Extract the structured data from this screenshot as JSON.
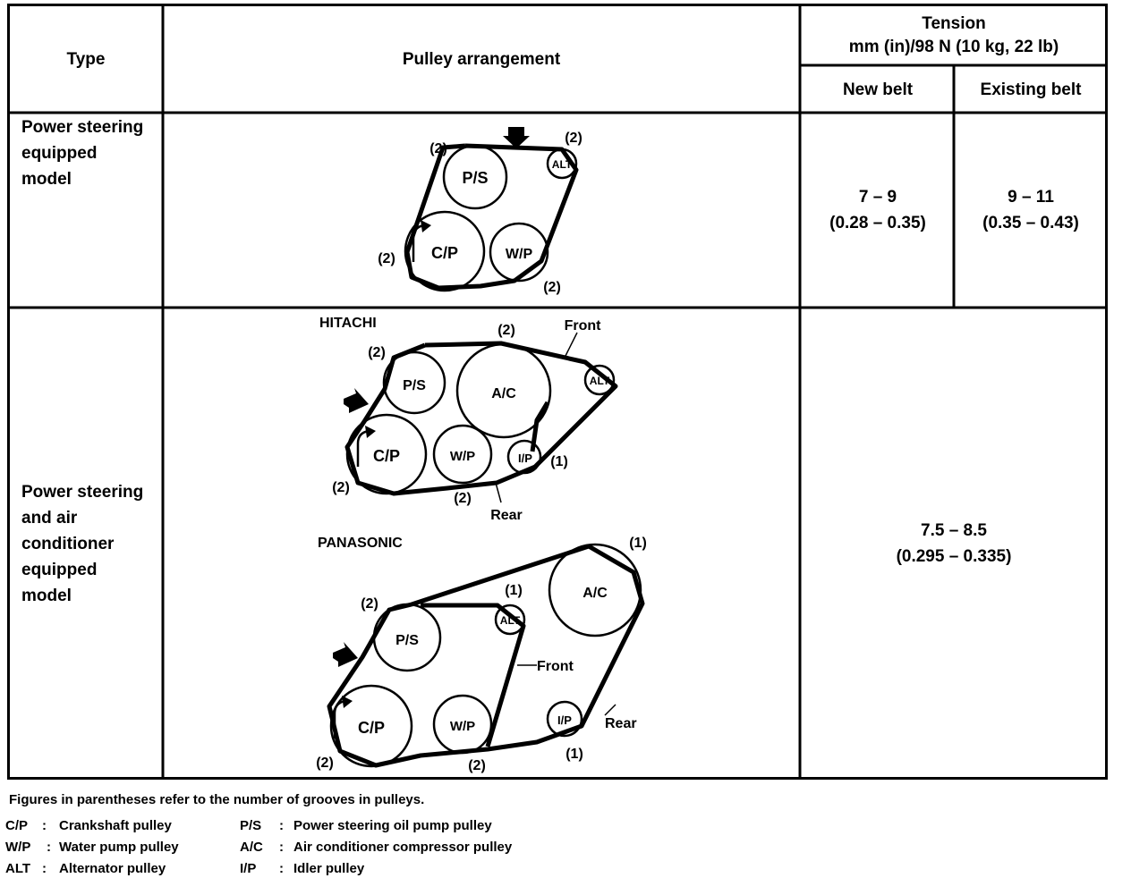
{
  "header": {
    "type": "Type",
    "pulley_arrangement": "Pulley arrangement",
    "tension_line1": "Tension",
    "tension_line2": "mm (in)/98 N (10 kg, 22 lb)",
    "new_belt": "New belt",
    "existing_belt": "Existing belt"
  },
  "rows": [
    {
      "type_lines": [
        "Power steering",
        "equipped",
        "model"
      ],
      "new_line1": "7 – 9",
      "new_line2": "(0.28 – 0.35)",
      "existing_line1": "9 – 11",
      "existing_line2": "(0.35 – 0.43)"
    },
    {
      "type_lines": [
        "Power steering",
        "and air",
        "conditioner",
        "equipped",
        "model"
      ],
      "tension_line1": "7.5 – 8.5",
      "tension_line2": "(0.295 – 0.335)"
    }
  ],
  "diagrams": {
    "ps_model": {
      "ps": "P/S",
      "cp": "C/P",
      "wp": "W/P",
      "alt": "ALT",
      "grooves_ps": "(2)",
      "grooves_alt": "(2)",
      "grooves_cp": "(2)",
      "grooves_wp": "(2)"
    },
    "hitachi": {
      "title": "HITACHI",
      "ps": "P/S",
      "ac": "A/C",
      "alt": "ALT",
      "cp": "C/P",
      "wp": "W/P",
      "ip": "I/P",
      "grooves_ps": "(2)",
      "grooves_ac": "(2)",
      "grooves_cp": "(2)",
      "grooves_wp": "(2)",
      "grooves_ip": "(1)",
      "front": "Front",
      "rear": "Rear"
    },
    "panasonic": {
      "title": "PANASONIC",
      "ps": "P/S",
      "ac": "A/C",
      "alt": "ALT",
      "cp": "C/P",
      "wp": "W/P",
      "ip": "I/P",
      "grooves_ac": "(1)",
      "grooves_ps": "(2)",
      "grooves_alt": "(1)",
      "grooves_cp": "(2)",
      "grooves_wp": "(2)",
      "grooves_ip": "(1)",
      "front": "Front",
      "rear": "Rear"
    }
  },
  "notes": {
    "grooves_note": "Figures in parentheses refer to the number of grooves in pulleys.",
    "legend": [
      {
        "abbr": "C/P",
        "sep": ":",
        "desc": "Crankshaft pulley"
      },
      {
        "abbr": "W/P",
        "sep": ":",
        "desc": "Water pump pulley"
      },
      {
        "abbr": "ALT",
        "sep": ":",
        "desc": "Alternator pulley"
      },
      {
        "abbr": "P/S",
        "sep": ":",
        "desc": "Power steering oil pump pulley"
      },
      {
        "abbr": "A/C",
        "sep": ":",
        "desc": "Air conditioner compressor pulley"
      },
      {
        "abbr": "I/P",
        "sep": ":",
        "desc": "Idler pulley"
      }
    ]
  }
}
